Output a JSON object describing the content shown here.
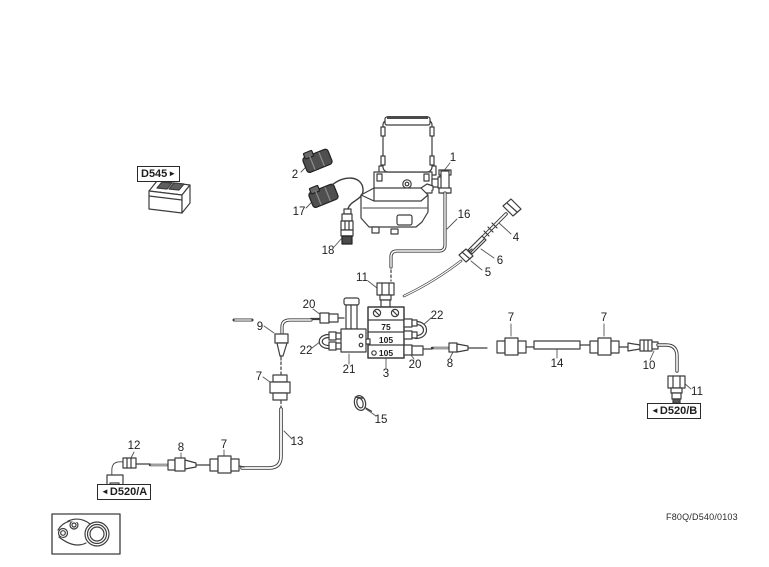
{
  "figure": {
    "code": "F80Q/D540/0103",
    "valve_block_markings": {
      "row1": "75",
      "row2": "105",
      "row3": "105"
    },
    "ref_boxes": {
      "d545": {
        "label": "D545",
        "arrow": "►"
      },
      "d520a": {
        "label": "D520/A",
        "arrow": "◄"
      },
      "d520b": {
        "label": "D520/B",
        "arrow": "◄"
      }
    },
    "callouts": [
      {
        "n": "1"
      },
      {
        "n": "2"
      },
      {
        "n": "17"
      },
      {
        "n": "18"
      },
      {
        "n": "16"
      },
      {
        "n": "4"
      },
      {
        "n": "6"
      },
      {
        "n": "5"
      },
      {
        "n": "11"
      },
      {
        "n": "20"
      },
      {
        "n": "9"
      },
      {
        "n": "22"
      },
      {
        "n": "21"
      },
      {
        "n": "3"
      },
      {
        "n": "22"
      },
      {
        "n": "20"
      },
      {
        "n": "8"
      },
      {
        "n": "7"
      },
      {
        "n": "14"
      },
      {
        "n": "7"
      },
      {
        "n": "10"
      },
      {
        "n": "11"
      },
      {
        "n": "7"
      },
      {
        "n": "13"
      },
      {
        "n": "12"
      },
      {
        "n": "8"
      },
      {
        "n": "7"
      },
      {
        "n": "15"
      }
    ]
  },
  "colors": {
    "line": "#3d3d3d",
    "dark_fill": "#4a4a4a",
    "text": "#1e1e1e"
  }
}
